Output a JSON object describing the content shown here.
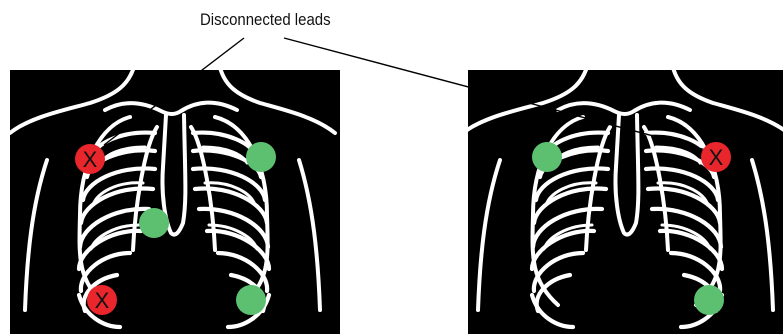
{
  "callout": {
    "text": "Disconnected leads"
  },
  "colors": {
    "panel": "#000000",
    "body_outline": "#ffffff",
    "connected_lead": "#5cc070",
    "disconnected_lead": "#e8262b",
    "leader_line": "#000000"
  },
  "panels": [
    {
      "name": "left-panel",
      "leads": [
        {
          "name": "right-arm",
          "status": "disconnected",
          "mark": "X"
        },
        {
          "name": "left-arm",
          "status": "connected",
          "mark": ""
        },
        {
          "name": "chest",
          "status": "connected",
          "mark": ""
        },
        {
          "name": "right-leg",
          "status": "disconnected",
          "mark": "X"
        },
        {
          "name": "left-leg",
          "status": "connected",
          "mark": ""
        }
      ]
    },
    {
      "name": "right-panel",
      "leads": [
        {
          "name": "right-arm",
          "status": "connected",
          "mark": ""
        },
        {
          "name": "left-arm",
          "status": "disconnected",
          "mark": "X"
        },
        {
          "name": "left-leg",
          "status": "connected",
          "mark": ""
        }
      ]
    }
  ]
}
